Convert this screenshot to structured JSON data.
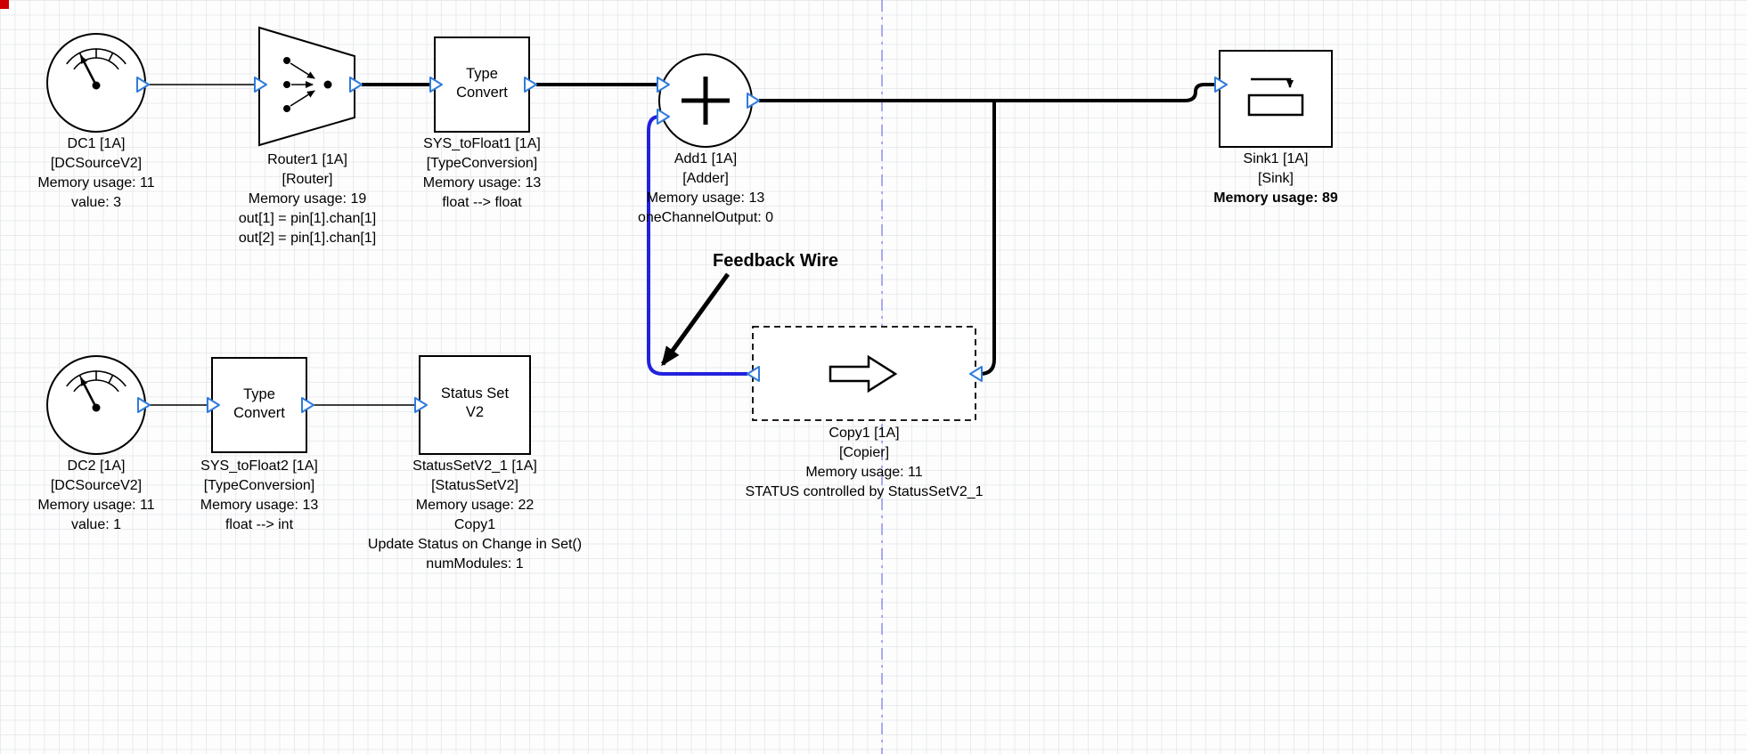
{
  "colors": {
    "wire": "#000000",
    "feedback_wire": "#2222dd",
    "pin_stroke": "#2f7bdc",
    "pin_fill": "#ffffff",
    "divider": "#9090f0",
    "grid_line": "#e8ebee",
    "module_stroke": "#000000",
    "annotation": "#000000",
    "origin_marker": "#cc0000"
  },
  "annotation": {
    "label": "Feedback Wire"
  },
  "icons": {
    "dc_source": "analog-meter-icon",
    "router": "signal-routing-icon",
    "adder": "plus-icon",
    "sink": "buffer-write-icon",
    "copier": "right-arrow-icon"
  },
  "modules": {
    "dc1": {
      "labels": [
        "DC1 [1A]",
        "[DCSourceV2]",
        "Memory usage: 11",
        "value: 3"
      ]
    },
    "router1": {
      "labels": [
        "Router1 [1A]",
        "[Router]",
        "Memory usage: 19",
        "out[1] = pin[1].chan[1]",
        "out[2] = pin[1].chan[1]"
      ]
    },
    "sys_tofloat1": {
      "block_text": [
        "Type",
        "Convert"
      ],
      "labels": [
        "SYS_toFloat1 [1A]",
        "[TypeConversion]",
        "Memory usage: 13",
        "float --> float"
      ]
    },
    "add1": {
      "labels": [
        "Add1 [1A]",
        "[Adder]",
        "Memory usage: 13",
        "oneChannelOutput: 0"
      ]
    },
    "sink1": {
      "labels": [
        "Sink1 [1A]",
        "[Sink]"
      ],
      "memory_bold": "Memory usage: 89"
    },
    "dc2": {
      "labels": [
        "DC2 [1A]",
        "[DCSourceV2]",
        "Memory usage: 11",
        "value: 1"
      ]
    },
    "sys_tofloat2": {
      "block_text": [
        "Type",
        "Convert"
      ],
      "labels": [
        "SYS_toFloat2 [1A]",
        "[TypeConversion]",
        "Memory usage: 13",
        "float --> int"
      ]
    },
    "statussetv2_1": {
      "block_text": [
        "Status Set",
        "V2"
      ],
      "labels": [
        "StatusSetV2_1 [1A]",
        "[StatusSetV2]",
        "Memory usage: 22",
        "Copy1",
        "Update Status on Change in Set()",
        "numModules: 1"
      ]
    },
    "copy1": {
      "labels": [
        "Copy1 [1A]",
        "[Copier]",
        "Memory usage: 11",
        "STATUS controlled by StatusSetV2_1"
      ]
    }
  },
  "connections": [
    {
      "from": "DC1",
      "to": "Router1",
      "style": "thin-black"
    },
    {
      "from": "Router1",
      "to": "SYS_toFloat1",
      "style": "thick-black"
    },
    {
      "from": "SYS_toFloat1",
      "to": "Add1",
      "style": "thick-black"
    },
    {
      "from": "Add1",
      "to": "Sink1",
      "style": "thick-black"
    },
    {
      "from": "Add1",
      "to": "Copy1",
      "style": "thick-black"
    },
    {
      "from": "Copy1",
      "to": "Add1",
      "style": "feedback-blue"
    },
    {
      "from": "DC2",
      "to": "SYS_toFloat2",
      "style": "thin-black"
    },
    {
      "from": "SYS_toFloat2",
      "to": "StatusSetV2_1",
      "style": "thin-black"
    }
  ]
}
